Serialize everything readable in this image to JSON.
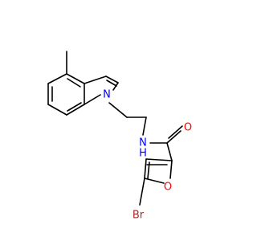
{
  "molecule": {
    "atoms": {
      "N_indole": "N",
      "N_amide": "N",
      "H_amide": "H",
      "O_carbonyl": "O",
      "O_furan": "O",
      "Br": "Br"
    }
  },
  "colors": {
    "bond": "#000000",
    "nitrogen": "#0000ff",
    "oxygen": "#ff0000",
    "bromine": "#a52a2a"
  }
}
